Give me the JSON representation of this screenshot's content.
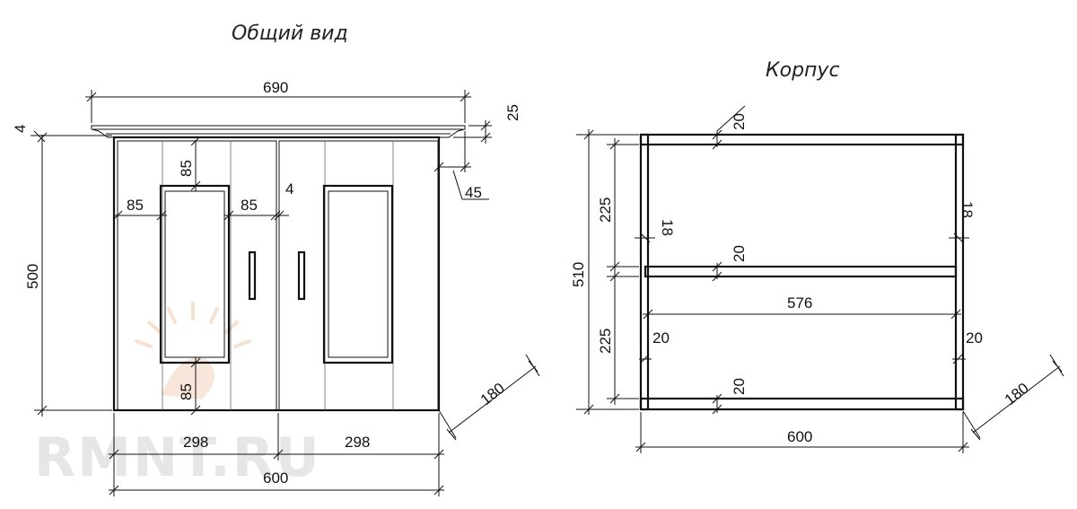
{
  "captions": {
    "general_view": "Общий вид",
    "carcass": "Корпус"
  },
  "watermark": "RMNT.RU",
  "general_view": {
    "overall_width": "690",
    "cornice_height": "25",
    "top_gap": "4",
    "cornice_overhang": "45",
    "height": "500",
    "frame_top": "85",
    "frame_left": "85",
    "frame_right": "85",
    "panel_gap": "4",
    "frame_bottom": "85",
    "door_left": "298",
    "door_right": "298",
    "body_width": "600",
    "depth": "180"
  },
  "carcass": {
    "top_thickness": "20",
    "height": "510",
    "upper_section": "225",
    "lower_section": "225",
    "left_offset": "18",
    "right_offset": "18",
    "shelf_thickness": "20",
    "inner_width": "576",
    "left_wall": "20",
    "right_wall": "20",
    "bottom_thickness": "20",
    "width": "600",
    "depth": "180"
  }
}
